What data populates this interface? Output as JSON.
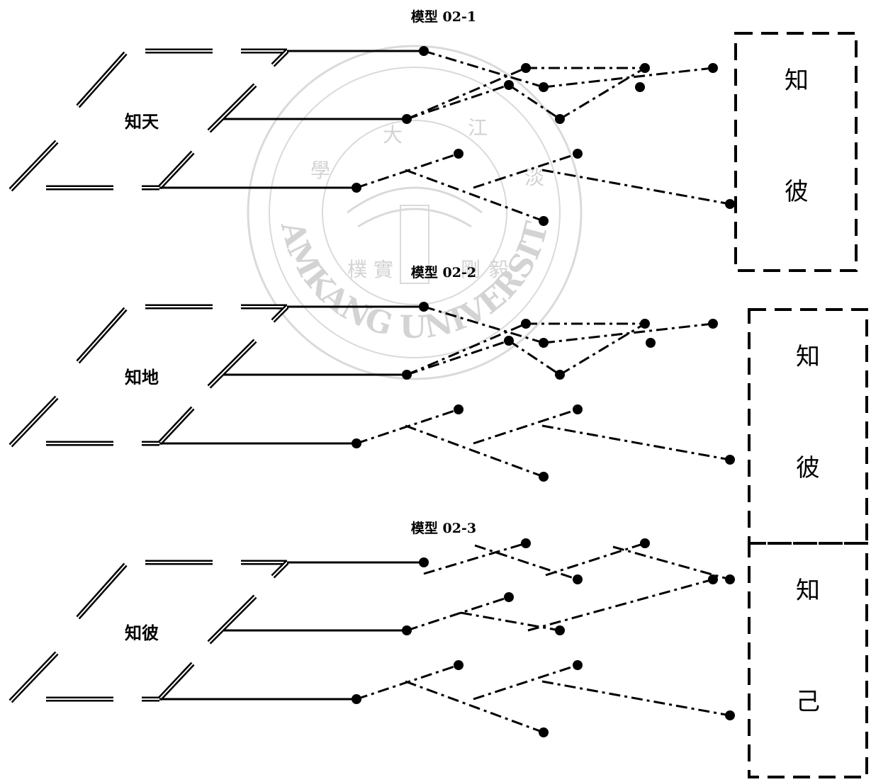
{
  "watermark": {
    "text": "TAMKANG UNIVERSITY",
    "chars": [
      "淡",
      "大",
      "江",
      "學",
      "樸",
      "實",
      "剛",
      "毅"
    ]
  },
  "models": [
    {
      "title": "模型 02-1",
      "plane_label": "知天"
    },
    {
      "title": "模型 02-2",
      "plane_label": "知地"
    },
    {
      "title": "模型 02-3",
      "plane_label": "知彼"
    }
  ],
  "boxes": [
    {
      "labels": [
        "知",
        "彼"
      ]
    },
    {
      "labels": [
        "知",
        "彼"
      ]
    },
    {
      "labels": [
        "知",
        "己"
      ]
    }
  ]
}
